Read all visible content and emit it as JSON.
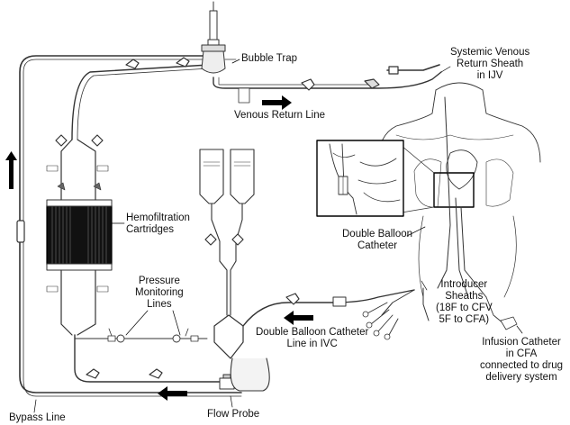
{
  "labels": {
    "bubble_trap": "Bubble Trap",
    "venous_sheath": "Systemic Venous\nReturn Sheath\nin IJV",
    "venous_return_line": "Venous Return Line",
    "hemofiltration": "Hemofiltration\nCartridges",
    "double_balloon": "Double Balloon\nCatheter",
    "pressure_lines": "Pressure\nMonitoring\nLines",
    "introducer": "Introducer\nSheaths\n(18F to CFV\n5F to CFA)",
    "db_line": "Double Balloon Catheter\nLine in IVC",
    "infusion": "Infusion Catheter\nin CFA\nconnected to drug\ndelivery system",
    "flow_probe": "Flow Probe",
    "bypass": "Bypass Line"
  },
  "arrows": [
    "up-arrow",
    "right-arrow",
    "left-arrow",
    "left-arrow"
  ]
}
